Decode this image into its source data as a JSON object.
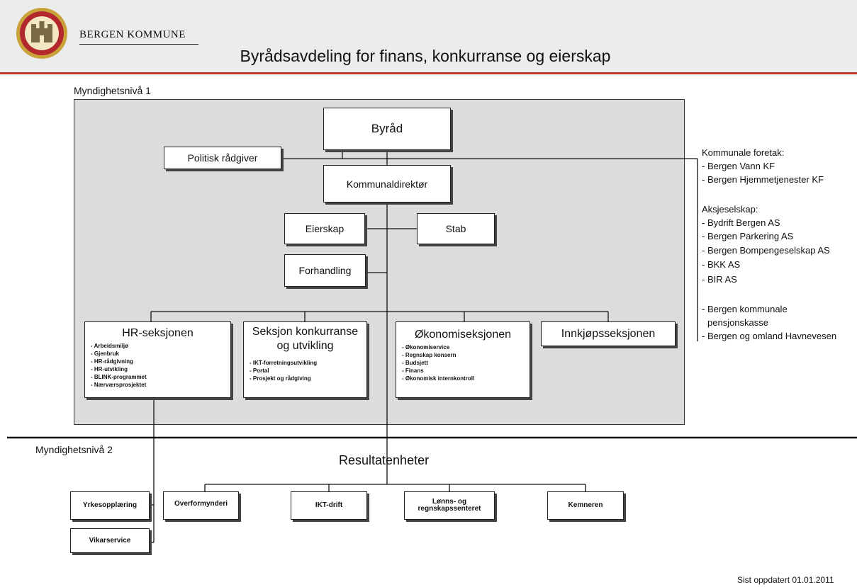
{
  "header": {
    "brand": "BERGEN KOMMUNE",
    "title": "Byrådsavdeling for finans, konkurranse og eierskap"
  },
  "levels": {
    "level1": "Myndighetsnivå 1",
    "level2": "Myndighetsnivå 2"
  },
  "nodes": {
    "byrad": "Byråd",
    "politisk": "Politisk rådgiver",
    "kommunaldirektor": "Kommunaldirektør",
    "eierskap": "Eierskap",
    "stab": "Stab",
    "forhandling": "Forhandling"
  },
  "sections": {
    "hr": {
      "title": "HR-seksjonen",
      "items": [
        "- Arbeidsmiljø",
        "- Gjenbruk",
        "- HR-rådgivning",
        "- HR-utvikling",
        "- BLINK-programmet",
        "- Nærværsprosjektet"
      ]
    },
    "konkurranse": {
      "title1": "Seksjon konkurranse",
      "title2": "og utvikling",
      "items": [
        "- IKT-forretningsutvikling",
        "- Portal",
        "- Prosjekt og rådgiving"
      ]
    },
    "okonomi": {
      "title": "Økonomiseksjonen",
      "items": [
        "- Økonomiservice",
        "- Regnskap konsern",
        "- Budsjett",
        "- Finans",
        "- Økonomisk internkontroll"
      ]
    },
    "innkjop": {
      "title": "Innkjøpsseksjonen"
    }
  },
  "right_column": {
    "foretak_title": "Kommunale foretak:",
    "foretak": [
      "- Bergen Vann KF",
      "- Bergen Hjemmetjenester KF"
    ],
    "aksje_title": "Aksjeselskap:",
    "aksje": [
      "- Bydrift Bergen AS",
      "- Bergen Parkering AS",
      "- Bergen Bompengeselskap AS",
      "- BKK AS",
      "- BIR AS"
    ],
    "other1": "- Bergen kommunale",
    "other1b": "pensjonskasse",
    "other2": "- Bergen og omland Havnevesen"
  },
  "resultatenheter": {
    "title": "Resultatenheter",
    "units": {
      "overformynderi": "Overformynderi",
      "ikt": "IKT-drift",
      "lonns1": "Lønns- og",
      "lonns2": "regnskapssenteret",
      "kemneren": "Kemneren"
    },
    "hr_units": {
      "yrke": "Yrkesopplæring",
      "vikar": "Vikarservice"
    }
  },
  "footer": "Sist oppdatert 01.01.2011",
  "colors": {
    "accent": "#c0392b",
    "header_bg": "#ececec",
    "panel_bg": "#dcdcdc",
    "logo_gold": "#c9a23a",
    "logo_red": "#b3282d"
  }
}
